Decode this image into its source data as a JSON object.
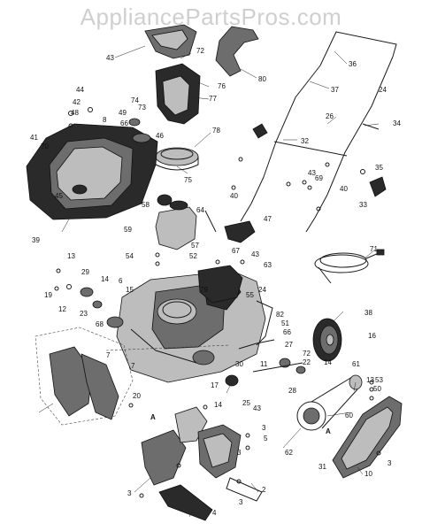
{
  "watermark": "AppliancePartsPros.com",
  "part_labels": [
    "43",
    "72",
    "80",
    "36",
    "76",
    "74",
    "73",
    "77",
    "37",
    "24",
    "44",
    "42",
    "48",
    "8",
    "49",
    "66",
    "46",
    "34",
    "41",
    "70",
    "26",
    "78",
    "35",
    "32",
    "43",
    "69",
    "40",
    "75",
    "33",
    "45",
    "58",
    "40",
    "64",
    "47",
    "39",
    "59",
    "71",
    "54",
    "57",
    "52",
    "67",
    "43",
    "13",
    "63",
    "29",
    "6",
    "14",
    "19",
    "15",
    "79",
    "55",
    "24",
    "12",
    "23",
    "68",
    "82",
    "51",
    "66",
    "38",
    "16",
    "27",
    "7",
    "72",
    "22",
    "14",
    "61",
    "30",
    "11",
    "28",
    "7",
    "13",
    "53",
    "50",
    "20",
    "17",
    "25",
    "43",
    "14",
    "A",
    "60",
    "A",
    "3",
    "5",
    "3",
    "62",
    "31",
    "10",
    "3",
    "3",
    "2",
    "3",
    "4"
  ],
  "diagram_lines": {
    "snow_thrower": true
  }
}
